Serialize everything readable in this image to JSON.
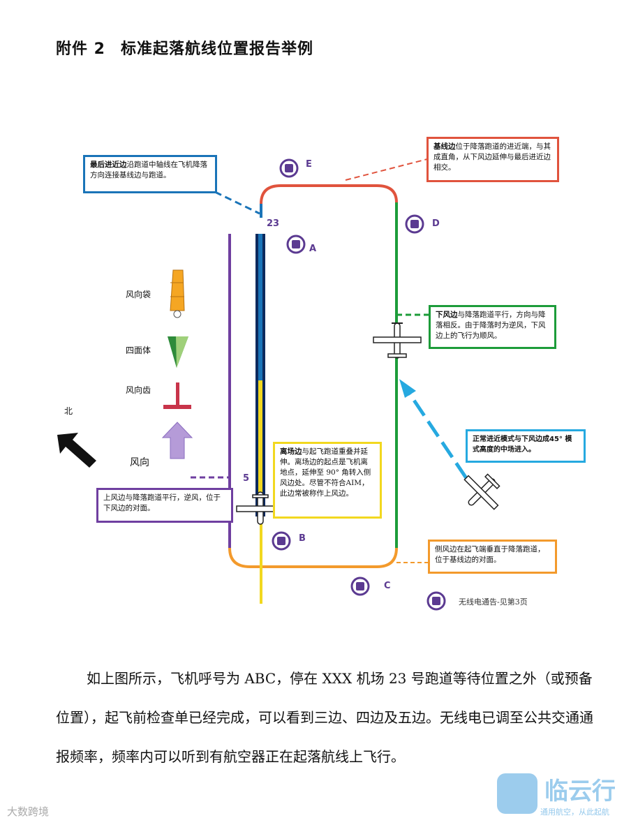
{
  "heading": {
    "prefix": "附件 2",
    "title": "标准起落航线位置报告举例"
  },
  "boxes": {
    "final": {
      "term": "最后进近边",
      "text": "沿跑道中轴线在飞机降落方向连接基线边与跑道。"
    },
    "base": {
      "term": "基线边",
      "text": "位于降落跑道的进近端，与其成直角，从下风边延伸与最后进近边相交。"
    },
    "downwind": {
      "term": "下风边",
      "text": "与降落跑道平行，方向与降落相反。由于降落时为逆风，下风边上的飞行为顺风。"
    },
    "entry": {
      "text": "正常进近模式与下风边成45° 模式高度的中场进入。"
    },
    "departure": {
      "term": "离场边",
      "text": "与起飞跑道重叠并延伸。离场边的起点是飞机离地点，延伸至 90° 角转入侧风边处。尽管不符合AIM，此边常被称作上风边。"
    },
    "upwind": {
      "text": "上风边与降落跑道平行，逆风，位于下风边的对面。"
    },
    "crosswind": {
      "text": "侧风边在起飞端垂直于降落跑道，位于基线边的对面。"
    }
  },
  "legend": {
    "windsock": "风向袋",
    "tetrahedron": "四面体",
    "wind_tee": "风向齿",
    "wind": "风向",
    "north": "北"
  },
  "runway": {
    "end_top": "23",
    "end_bottom": "5"
  },
  "positions": [
    "A",
    "B",
    "C",
    "D",
    "E"
  ],
  "radio_note": "无线电通告-见第3页",
  "paragraph": "如上图所示，飞机呼号为 ABC，停在 XXX 机场 23 号跑道等待位置之外（或预备位置），起飞前检查单已经完成，可以看到三边、四边及五边。无线电已调至公共交通通报频率，频率内可以听到有航空器正在起落航线上飞行。",
  "watermarks": {
    "left": "大数跨境",
    "right_title": "临云行",
    "right_sub": "通用航空，从此起航"
  },
  "colors": {
    "final": "#1a74b8",
    "base": "#e0533d",
    "downwind": "#1d9c3a",
    "entry": "#26a9e0",
    "departure": "#f2d81f",
    "upwind": "#6f3fa0",
    "crosswind": "#f39a2c",
    "runway": "#0d2a5e"
  },
  "icons": [
    "radio-icon",
    "airplane-icon",
    "windsock-icon",
    "tetrahedron-icon",
    "wind-tee-icon",
    "wind-arrow-icon",
    "north-arrow-icon"
  ]
}
